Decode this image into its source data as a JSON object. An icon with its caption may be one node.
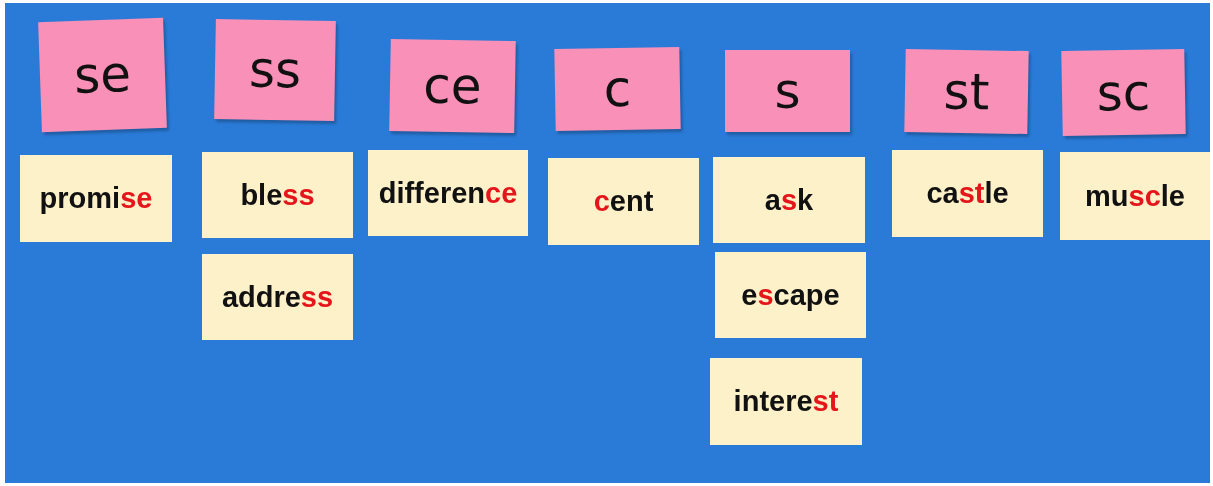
{
  "diagram": {
    "nodes": [
      {
        "text": [
          "se"
        ]
      },
      {
        "text": [
          "ss"
        ]
      },
      {
        "text": [
          "ce"
        ]
      },
      {
        "text": [
          "c"
        ]
      },
      {
        "text": [
          "s"
        ]
      },
      {
        "text": [
          "st"
        ]
      },
      {
        "text": [
          "sc"
        ]
      },
      {
        "text": [
          "promi**se**"
        ]
      },
      {
        "text": [
          "ble**ss**"
        ]
      },
      {
        "text": [
          "differen**ce**"
        ]
      },
      {
        "text": [
          "**c**ent"
        ]
      },
      {
        "text": [
          "a**s**k"
        ]
      },
      {
        "text": [
          "ca**st**le"
        ]
      },
      {
        "text": [
          "mu**sc**le"
        ]
      },
      {
        "text": [
          "addre**ss**"
        ]
      },
      {
        "text": [
          "e**s**cape"
        ]
      },
      {
        "text": [
          "intere**st**"
        ]
      }
    ]
  }
}
